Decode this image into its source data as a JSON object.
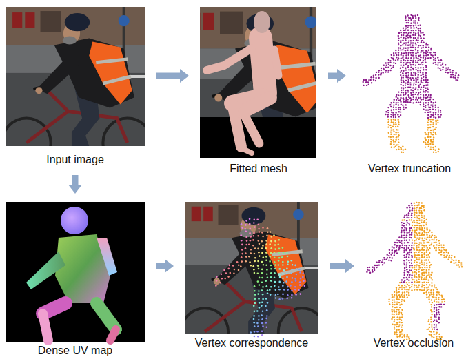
{
  "diagram": {
    "nodes": [
      {
        "text": [
          "Input image"
        ]
      },
      {
        "text": [
          "Fitted mesh"
        ]
      },
      {
        "text": [
          "Vertex truncation"
        ]
      },
      {
        "text": [
          "Dense UV map"
        ]
      },
      {
        "text": [
          "Vertex correspondence"
        ]
      },
      {
        "text": [
          "Vertex occlusion"
        ]
      }
    ],
    "edges": [
      {
        "from": 0,
        "to": 1,
        "arrow": "to"
      },
      {
        "from": 1,
        "to": 2,
        "arrow": "to"
      },
      {
        "from": 0,
        "to": 3,
        "arrow": "to"
      },
      {
        "from": 3,
        "to": 4,
        "arrow": "to"
      },
      {
        "from": 4,
        "to": 5,
        "arrow": "to"
      }
    ]
  }
}
